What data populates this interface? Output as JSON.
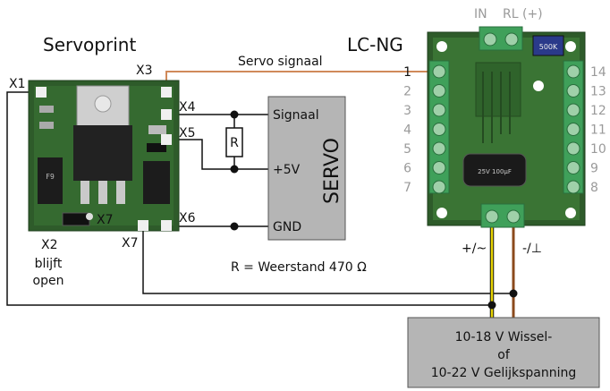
{
  "titles": {
    "servoprint": "Servoprint",
    "lcng": "LC-NG"
  },
  "servoprint_labels": {
    "x1": "X1",
    "x2": "X2",
    "x2_note_1": "blijft",
    "x2_note_2": "open",
    "x3": "X3",
    "x4": "X4",
    "x5": "X5",
    "x6": "X6",
    "x7_board": "X7",
    "x7_left": "X7"
  },
  "wire_labels": {
    "servo_signal": "Servo signaal",
    "resistor": "R"
  },
  "servo_box": {
    "name": "SERVO",
    "pin_signal": "Signaal",
    "pin_plus": "+5V",
    "pin_gnd": "GND"
  },
  "resistor_note": "R = Weerstand 470 Ω",
  "lcng_terminals": {
    "top_in": "IN",
    "top_rl": "RL (+)",
    "left": [
      "1",
      "2",
      "3",
      "4",
      "5",
      "6",
      "7"
    ],
    "right": [
      "14",
      "13",
      "12",
      "11",
      "10",
      "9",
      "8"
    ],
    "bottom_plus": "+/~",
    "bottom_minus": "-/⊥"
  },
  "component_marks": {
    "pot": "500K",
    "cap": "25V 100µF"
  },
  "power_supply": {
    "line1": "10-18 V Wissel-",
    "line2": "of",
    "line3": "10-22 V Gelijkspanning"
  },
  "colors": {
    "pcb": "#2e5b2a",
    "terminal": "#3fa05a",
    "servo_box": "#b5b5b5",
    "signal_wire": "#d08a5a",
    "yellow_wire": "#e8d400",
    "brown_wire": "#8b4a1c"
  }
}
